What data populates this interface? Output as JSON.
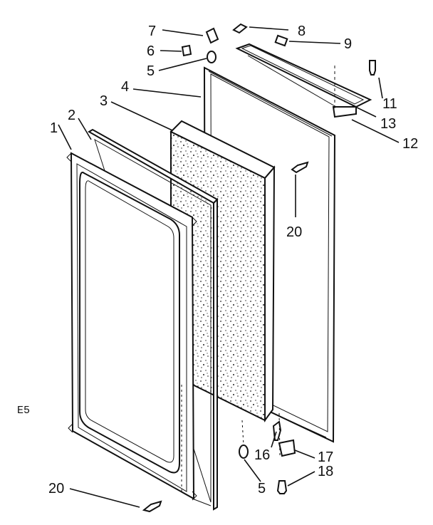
{
  "diagram": {
    "reference_label": "E5",
    "callouts": {
      "c1": "1",
      "c2": "2",
      "c3": "3",
      "c4": "4",
      "c5_top": "5",
      "c5_bottom": "5",
      "c6": "6",
      "c7": "7",
      "c8": "8",
      "c9": "9",
      "c11": "11",
      "c12": "12",
      "c13": "13",
      "c16": "16",
      "c17": "17",
      "c18": "18",
      "c20_right": "20",
      "c20_bottom": "20"
    }
  }
}
